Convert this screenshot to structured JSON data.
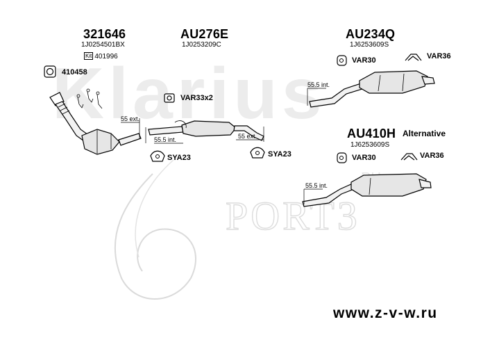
{
  "parts": {
    "p321646": {
      "code": "321646",
      "ref": "1J0254501BX",
      "kit_label": "Kit",
      "kit_code": "401996"
    },
    "p410458": {
      "code": "410458"
    },
    "au276e": {
      "code": "AU276E",
      "ref": "1J0253209C"
    },
    "var33x2": {
      "code": "VAR33x2"
    },
    "au234q": {
      "code": "AU234Q",
      "ref": "1J6253609S"
    },
    "var30_a": {
      "code": "VAR30"
    },
    "var36_a": {
      "code": "VAR36"
    },
    "au410h": {
      "code": "AU410H",
      "ref": "1J6253609S"
    },
    "alternative": {
      "label": "Alternative"
    },
    "var30_b": {
      "code": "VAR30"
    },
    "var36_b": {
      "code": "VAR36"
    },
    "sya23_a": {
      "code": "SYA23"
    },
    "sya23_b": {
      "code": "SYA23"
    }
  },
  "dimensions": {
    "d1": "55 ext.",
    "d2": "55.5 int.",
    "d3": "55 ext.",
    "d4": "55.5 int.",
    "d5": "55.5 int."
  },
  "watermark": {
    "brand": "Klarius",
    "ru": "RU",
    "sport": "PORT3"
  },
  "footer": {
    "url": "www.z-v-w.ru"
  },
  "colors": {
    "ink": "#000000",
    "watermark": "#e6e6e6",
    "pipe_fill": "#f2f2f2"
  }
}
